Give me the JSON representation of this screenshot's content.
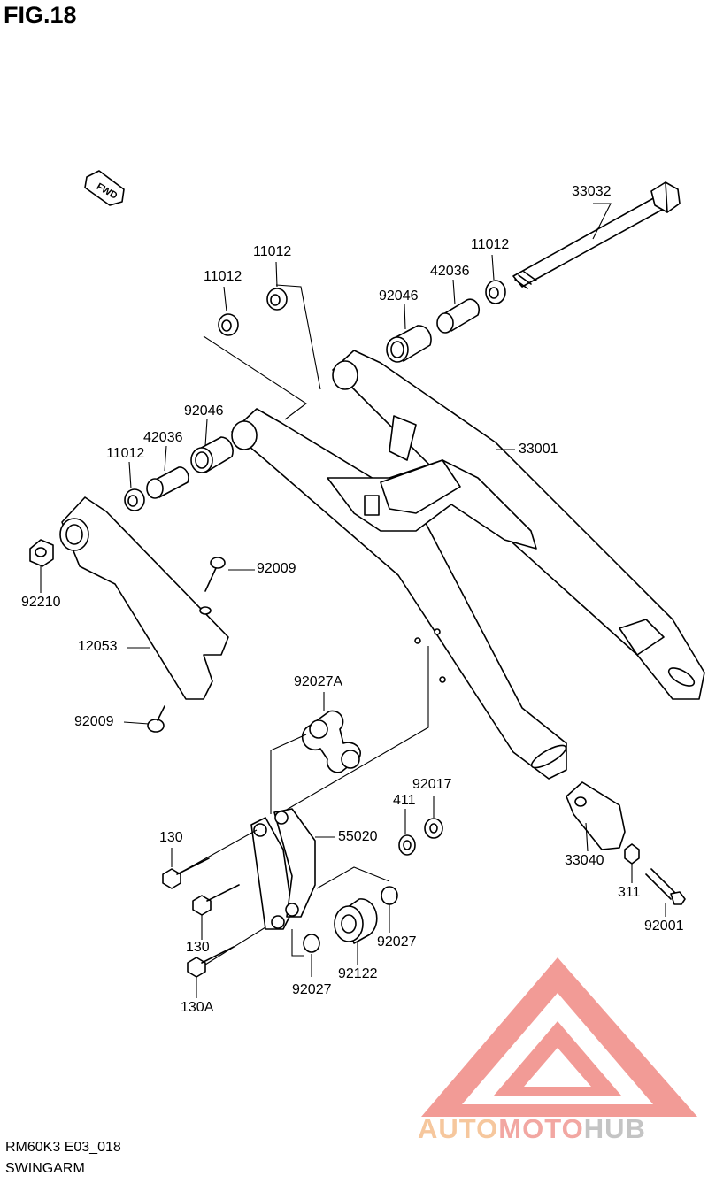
{
  "figure": {
    "title": "FIG.18",
    "direction_marker": "FWD",
    "model_code": "RM60K3 E03_018",
    "section_name": "SWINGARM"
  },
  "callouts": [
    {
      "id": "33032",
      "text": "33032"
    },
    {
      "id": "11012-a",
      "text": "11012"
    },
    {
      "id": "11012-b",
      "text": "11012"
    },
    {
      "id": "11012-c",
      "text": "11012"
    },
    {
      "id": "11012-d",
      "text": "11012"
    },
    {
      "id": "42036-a",
      "text": "42036"
    },
    {
      "id": "42036-b",
      "text": "42036"
    },
    {
      "id": "92046-a",
      "text": "92046"
    },
    {
      "id": "92046-b",
      "text": "92046"
    },
    {
      "id": "33001",
      "text": "33001"
    },
    {
      "id": "92009-a",
      "text": "92009"
    },
    {
      "id": "92009-b",
      "text": "92009"
    },
    {
      "id": "92210",
      "text": "92210"
    },
    {
      "id": "12053",
      "text": "12053"
    },
    {
      "id": "92027A",
      "text": "92027A"
    },
    {
      "id": "92017",
      "text": "92017"
    },
    {
      "id": "411",
      "text": "411"
    },
    {
      "id": "55020",
      "text": "55020"
    },
    {
      "id": "130-a",
      "text": "130"
    },
    {
      "id": "130-b",
      "text": "130"
    },
    {
      "id": "130A",
      "text": "130A"
    },
    {
      "id": "33040",
      "text": "33040"
    },
    {
      "id": "311",
      "text": "311"
    },
    {
      "id": "92001",
      "text": "92001"
    },
    {
      "id": "92027-a",
      "text": "92027"
    },
    {
      "id": "92027-b",
      "text": "92027"
    },
    {
      "id": "92122",
      "text": "92122"
    }
  ],
  "watermark": {
    "word_1": "AUTO",
    "word_2": "MOTO",
    "word_3": "HUB",
    "colors": {
      "auto": "#f6c79d",
      "moto": "#f2a7a2",
      "hub": "#c4c4c4",
      "triangle": "#f08a84"
    }
  }
}
